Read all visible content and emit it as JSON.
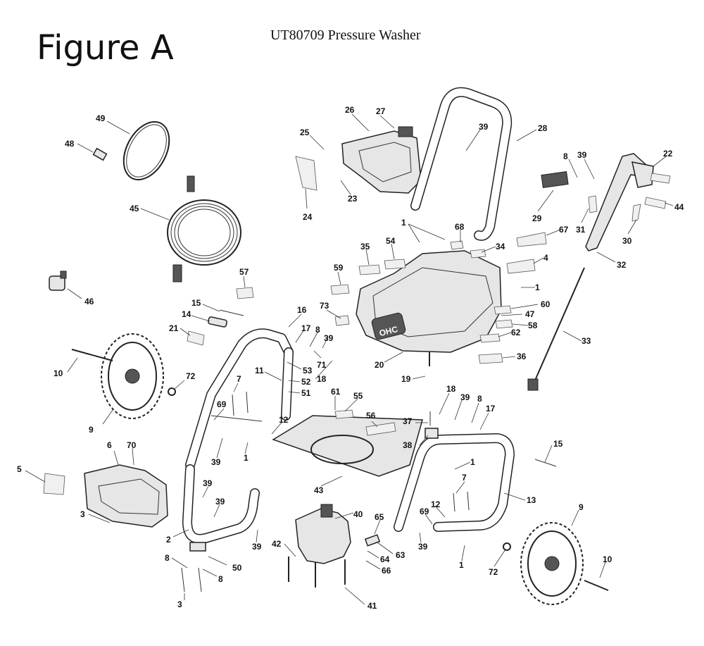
{
  "figure": {
    "title": "Figure A",
    "subtitle": "UT80709 Pressure Washer"
  },
  "callouts": [
    {
      "id": "c49",
      "text": "49"
    },
    {
      "id": "c48",
      "text": "48"
    },
    {
      "id": "c45",
      "text": "45"
    },
    {
      "id": "c46",
      "text": "46"
    },
    {
      "id": "c26",
      "text": "26"
    },
    {
      "id": "c27",
      "text": "27"
    },
    {
      "id": "c25",
      "text": "25"
    },
    {
      "id": "c24",
      "text": "24"
    },
    {
      "id": "c23",
      "text": "23"
    },
    {
      "id": "c39a",
      "text": "39"
    },
    {
      "id": "c28",
      "text": "28"
    },
    {
      "id": "c8a",
      "text": "8"
    },
    {
      "id": "c39b",
      "text": "39"
    },
    {
      "id": "c22",
      "text": "22"
    },
    {
      "id": "c29",
      "text": "29"
    },
    {
      "id": "c31",
      "text": "31"
    },
    {
      "id": "c30",
      "text": "30"
    },
    {
      "id": "c44",
      "text": "44"
    },
    {
      "id": "c67",
      "text": "67"
    },
    {
      "id": "c1a",
      "text": "1"
    },
    {
      "id": "c68",
      "text": "68"
    },
    {
      "id": "c35",
      "text": "35"
    },
    {
      "id": "c54",
      "text": "54"
    },
    {
      "id": "c34",
      "text": "34"
    },
    {
      "id": "c32",
      "text": "32"
    },
    {
      "id": "c4",
      "text": "4"
    },
    {
      "id": "c59",
      "text": "59"
    },
    {
      "id": "c1b",
      "text": "1"
    },
    {
      "id": "c57",
      "text": "57"
    },
    {
      "id": "c73",
      "text": "73"
    },
    {
      "id": "c60",
      "text": "60"
    },
    {
      "id": "c47",
      "text": "47"
    },
    {
      "id": "c58",
      "text": "58"
    },
    {
      "id": "c62",
      "text": "62"
    },
    {
      "id": "c33",
      "text": "33"
    },
    {
      "id": "c36",
      "text": "36"
    },
    {
      "id": "c20",
      "text": "20"
    },
    {
      "id": "c19",
      "text": "19"
    },
    {
      "id": "c15a",
      "text": "15"
    },
    {
      "id": "c16",
      "text": "16"
    },
    {
      "id": "c14",
      "text": "14"
    },
    {
      "id": "c21",
      "text": "21"
    },
    {
      "id": "c17a",
      "text": "17"
    },
    {
      "id": "c8b",
      "text": "8"
    },
    {
      "id": "c39c",
      "text": "39"
    },
    {
      "id": "c71",
      "text": "71"
    },
    {
      "id": "c53",
      "text": "53"
    },
    {
      "id": "c18a",
      "text": "18"
    },
    {
      "id": "c11",
      "text": "11"
    },
    {
      "id": "c52",
      "text": "52"
    },
    {
      "id": "c51",
      "text": "51"
    },
    {
      "id": "c10a",
      "text": "10"
    },
    {
      "id": "c72a",
      "text": "72"
    },
    {
      "id": "c7a",
      "text": "7"
    },
    {
      "id": "c69a",
      "text": "69"
    },
    {
      "id": "c61",
      "text": "61"
    },
    {
      "id": "c55",
      "text": "55"
    },
    {
      "id": "c18b",
      "text": "18"
    },
    {
      "id": "c39d",
      "text": "39"
    },
    {
      "id": "c8c",
      "text": "8"
    },
    {
      "id": "c17b",
      "text": "17"
    },
    {
      "id": "c9a",
      "text": "9"
    },
    {
      "id": "c12a",
      "text": "12"
    },
    {
      "id": "c56",
      "text": "56"
    },
    {
      "id": "c37",
      "text": "37"
    },
    {
      "id": "c39e",
      "text": "39"
    },
    {
      "id": "c1c",
      "text": "1"
    },
    {
      "id": "c38",
      "text": "38"
    },
    {
      "id": "c15b",
      "text": "15"
    },
    {
      "id": "c6",
      "text": "6"
    },
    {
      "id": "c70",
      "text": "70"
    },
    {
      "id": "c5",
      "text": "5"
    },
    {
      "id": "c43",
      "text": "43"
    },
    {
      "id": "c1d",
      "text": "1"
    },
    {
      "id": "c7b",
      "text": "7"
    },
    {
      "id": "c13",
      "text": "13"
    },
    {
      "id": "c3a",
      "text": "3"
    },
    {
      "id": "c39f",
      "text": "39"
    },
    {
      "id": "c39g",
      "text": "39"
    },
    {
      "id": "c40",
      "text": "40"
    },
    {
      "id": "c65",
      "text": "65"
    },
    {
      "id": "c69b",
      "text": "69"
    },
    {
      "id": "c12b",
      "text": "12"
    },
    {
      "id": "c9b",
      "text": "9"
    },
    {
      "id": "c2",
      "text": "2"
    },
    {
      "id": "c39h",
      "text": "39"
    },
    {
      "id": "c42",
      "text": "42"
    },
    {
      "id": "c63",
      "text": "63"
    },
    {
      "id": "c64",
      "text": "64"
    },
    {
      "id": "c39i",
      "text": "39"
    },
    {
      "id": "c66",
      "text": "66"
    },
    {
      "id": "c1e",
      "text": "1"
    },
    {
      "id": "c72b",
      "text": "72"
    },
    {
      "id": "c10b",
      "text": "10"
    },
    {
      "id": "c8d",
      "text": "8"
    },
    {
      "id": "c50",
      "text": "50"
    },
    {
      "id": "c8e",
      "text": "8"
    },
    {
      "id": "c3b",
      "text": "3"
    },
    {
      "id": "c41",
      "text": "41"
    }
  ],
  "engine_badge": "OHC",
  "colors": {
    "ink": "#222222",
    "paper": "#ffffff",
    "fill": "#e6e6e6"
  }
}
